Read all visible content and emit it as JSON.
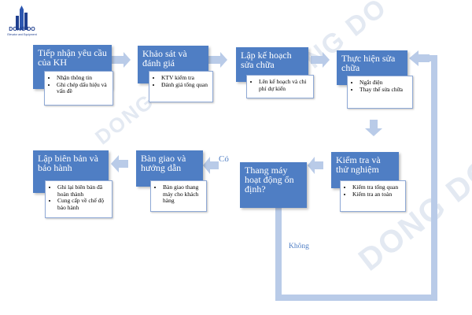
{
  "brand": {
    "name": "DONG DO",
    "tagline": "Elevator and Equipment",
    "accent": "#1f3f8f"
  },
  "colors": {
    "box_fill": "#4f7ec4",
    "arrow": "#b9cbe8",
    "label": "#4f7ec4"
  },
  "steps": [
    {
      "title": "Tiếp nhận yêu cầu của KH",
      "items": [
        "Nhận thông tin",
        "Ghi chép dấu hiệu và vấn đề"
      ]
    },
    {
      "title": "Khảo sát và đánh giá",
      "items": [
        "KTV kiểm tra",
        "Đánh giá tổng quan"
      ]
    },
    {
      "title": "Lập kế hoạch sửa chữa",
      "items": [
        "Lên kế hoạch và chi phí dự kiến"
      ]
    },
    {
      "title": "Thực hiện sửa chữa",
      "items": [
        "Ngắt điện",
        "Thay thế sửa chữa"
      ]
    },
    {
      "title": "Kiểm tra và thử nghiệm",
      "items": [
        "Kiểm tra tổng quan",
        "Kiểm tra an toàn"
      ]
    },
    {
      "title": "Bàn giao và hướng dẫn",
      "items": [
        "Bàn giao thang máy cho khách hàng"
      ]
    },
    {
      "title": "Lập biên bản và bảo hành",
      "items": [
        "Ghi lại biên bản đã hoàn thành",
        "Cung cấp về chế độ bảo hành"
      ]
    }
  ],
  "decision": {
    "question": "Thang máy hoạt động ổn định?",
    "yes_label": "Có",
    "no_label": "Không"
  }
}
